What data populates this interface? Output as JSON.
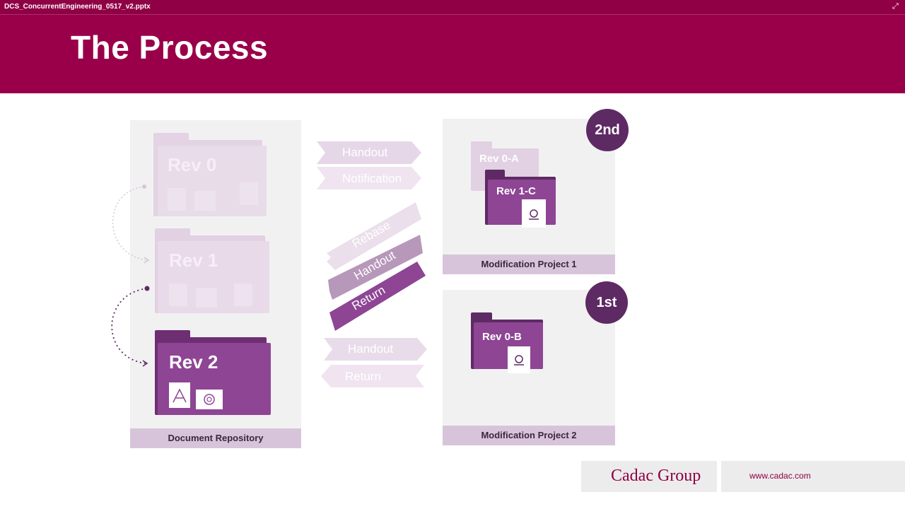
{
  "window": {
    "title": "DCS_ConcurrentEngineering_0517_v2.pptx"
  },
  "slide": {
    "title": "The Process",
    "repository": {
      "label": "Document Repository",
      "folders": [
        {
          "label": "Rev  0"
        },
        {
          "label": "Rev  1"
        },
        {
          "label": "Rev  2"
        }
      ]
    },
    "project1": {
      "label": "Modification Project 1",
      "badge": "2nd",
      "folders": [
        {
          "label": "Rev  0-A"
        },
        {
          "label": "Rev  1-C"
        }
      ]
    },
    "project2": {
      "label": "Modification Project 2",
      "badge": "1st",
      "folders": [
        {
          "label": "Rev  0-B"
        }
      ]
    },
    "arrows": {
      "top": [
        "Handout",
        "Notification"
      ],
      "middle": [
        "Rebase",
        "Handout",
        "Return"
      ],
      "bottom": [
        "Handout",
        "Return"
      ]
    },
    "footer": {
      "logo": "Cadac Group",
      "url": "www.cadac.com"
    }
  },
  "colors": {
    "brand": "#990049",
    "purple": "#8e4594",
    "purple_dark": "#5e2a63",
    "faded": "#dcc7dd"
  }
}
